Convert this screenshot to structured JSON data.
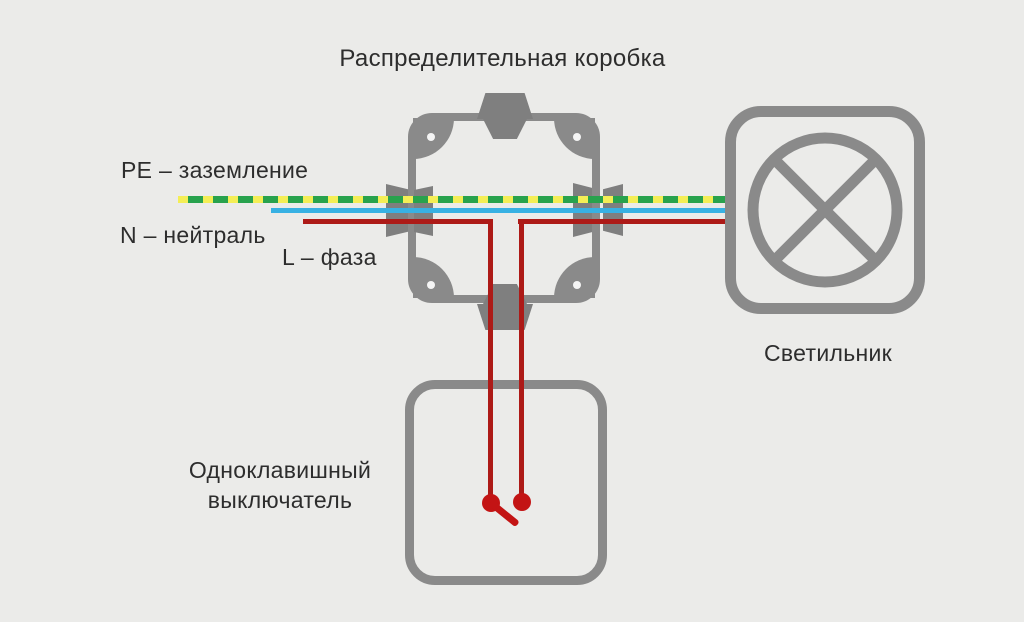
{
  "title": "Распределительная коробка",
  "wire_labels": {
    "pe": "PE – заземление",
    "neutral": "N – нейтраль",
    "phase": "L – фаза"
  },
  "component_labels": {
    "switch": [
      "Одноклавишный",
      "выключатель"
    ],
    "lamp": "Светильник"
  },
  "colors": {
    "background": "#ebebe9",
    "device_gray": "#8a8a8a",
    "gland_gray": "#7f7f7f",
    "screw_white": "#f4f4f4",
    "pe_yellow": "#f4ee56",
    "pe_green": "#28a24d",
    "neutral_blue": "#38b1e3",
    "phase_red": "#ad1a17",
    "switch_red": "#c31414",
    "text": "#2d2d2d"
  }
}
